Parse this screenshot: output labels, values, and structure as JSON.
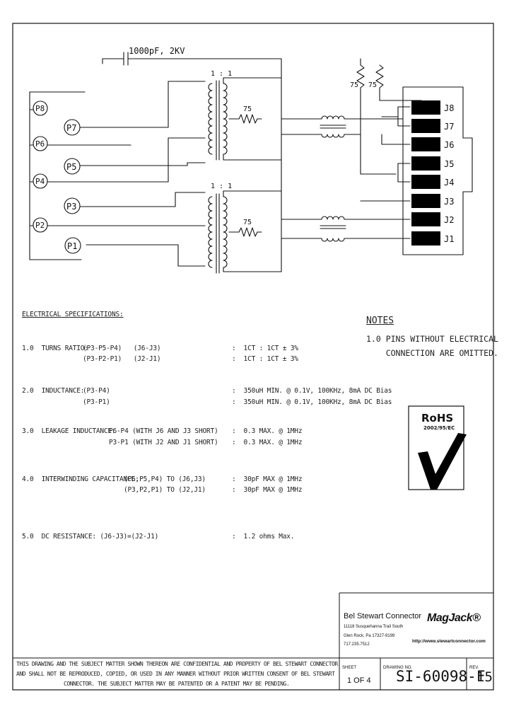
{
  "schematic": {
    "capacitor_label": "1000pF, 2KV",
    "ratio_top": "1 : 1",
    "ratio_bottom": "1 : 1",
    "resistor_top": "75",
    "resistor_bottom": "75",
    "pullup_left": "75",
    "pullup_right": "75",
    "pins_left": [
      "P8",
      "P7",
      "P6",
      "P5",
      "P4",
      "P3",
      "P2",
      "P1"
    ],
    "jacks": [
      "J8",
      "J7",
      "J6",
      "J5",
      "J4",
      "J3",
      "J2",
      "J1"
    ]
  },
  "specs": {
    "heading": "ELECTRICAL SPECIFICATIONS:",
    "s1_label": "1.0  TURNS RATIO:",
    "s1_a": "(P3-P5-P4)   (J6-J3)",
    "s1_b": "(P3-P2-P1)   (J2-J1)",
    "s1_v1": ":  1CT : 1CT ± 3%",
    "s1_v2": ":  1CT : 1CT ± 3%",
    "s2_label": "2.0  INDUCTANCE:",
    "s2_a": "(P3-P4)",
    "s2_b": "(P3-P1)",
    "s2_v1": ":  350uH MIN. @ 0.1V, 100KHz, 8mA DC Bias",
    "s2_v2": ":  350uH MIN. @ 0.1V, 100KHz, 8mA DC Bias",
    "s3_label": "3.0  LEAKAGE INDUCTANCE:",
    "s3_a": "P6-P4 (WITH J6 AND J3 SHORT)",
    "s3_b": "P3-P1 (WITH J2 AND J1 SHORT)",
    "s3_v1": ":  0.3 MAX. @ 1MHz",
    "s3_v2": ":  0.3 MAX. @ 1MHz",
    "s4_label": "4.0  INTERWINDING CAPACITANCE:",
    "s4_a": "(P6,P5,P4) TO (J6,J3)",
    "s4_b": "(P3,P2,P1) TO (J2,J1)",
    "s4_v1": ":  30pF MAX @ 1MHz",
    "s4_v2": ":  30pF MAX @ 1MHz",
    "s5_label": "5.0  DC RESISTANCE: (J6-J3)=(J2-J1)",
    "s5_v": ":  1.2 ohms Max."
  },
  "notes": {
    "title": "NOTES",
    "line1": "1.0 PINS WITHOUT ELECTRICAL",
    "line2": "    CONNECTION ARE OMITTED."
  },
  "rohs": {
    "logo": "RoHS",
    "directive": "2002/95/EC"
  },
  "title_block": {
    "company": "Bel Stewart Connector",
    "address1": "11118 Susquehanna Trail South",
    "address2": "Glen Rock, Pa 17327-9199",
    "phone": "717.235.7512",
    "brand": "MagJack®",
    "url": "http://www.stewartconnector.com",
    "sheet_label": "SHEET",
    "sheet_value": "1 OF 4",
    "drawing_label": "DRAWING NO.",
    "drawing_value": "SI-60098-F",
    "rev_label": "REV.",
    "rev_value": "15"
  },
  "confidential": {
    "line1": "THIS DRAWING AND THE SUBJECT MATTER SHOWN THEREON ARE CONFIDENTIAL AND PROPERTY OF BEL STEWART CONNECTOR",
    "line2": "AND SHALL NOT BE REPRODUCED, COPIED, OR USED IN ANY MANNER WITHOUT PRIOR WRITTEN CONSENT OF BEL STEWART",
    "line3": "CONNECTOR. THE SUBJECT MATTER MAY BE PATENTED OR A PATENT MAY BE PENDING."
  }
}
